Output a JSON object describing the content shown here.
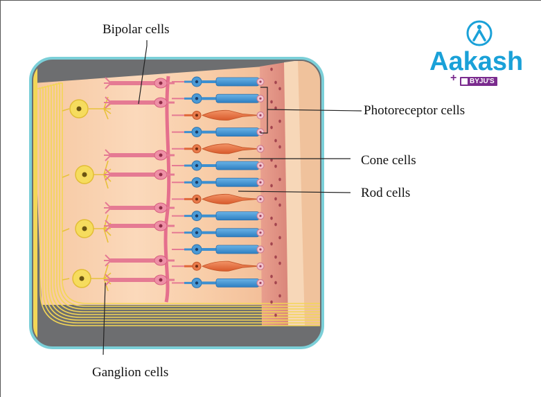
{
  "labels": {
    "bipolar": "Bipolar cells",
    "photoreceptor": "Photoreceptor cells",
    "cone": "Cone cells",
    "rod": "Rod cells",
    "ganglion": "Ganglion cells"
  },
  "logo": {
    "brand": "Aakash",
    "sub": "BYJU'S",
    "plus": "+"
  },
  "colors": {
    "rod": "#3c8fd0",
    "cone": "#e0683a",
    "bipolar": "#e57a93",
    "ganglion": "#f0d24a",
    "frame": "#7bcfd8",
    "background_tissue": "#f7c9a6",
    "brand": "#1aa1d8",
    "brand_sub": "#7a2b8e"
  },
  "photoreceptor_order": [
    "rod",
    "rod",
    "cone",
    "rod",
    "cone",
    "rod",
    "rod",
    "cone",
    "rod",
    "rod",
    "rod",
    "cone",
    "rod"
  ]
}
